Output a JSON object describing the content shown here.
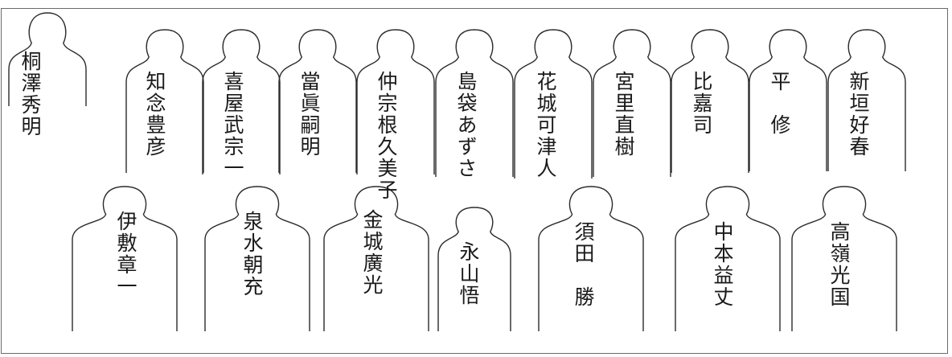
{
  "colors": {
    "outline": "#2b2b2b",
    "text": "#1a1a1a",
    "frame": "#6a6a6a",
    "background": "#ffffff"
  },
  "figures": [
    {
      "id": "kirisawa",
      "name": "桐澤秀明"
    },
    {
      "id": "chinen",
      "name": "知念豊彦"
    },
    {
      "id": "kiyan",
      "name": "喜屋武宗一"
    },
    {
      "id": "toma",
      "name": "當眞嗣明"
    },
    {
      "id": "nakasone",
      "name": "仲宗根久美子"
    },
    {
      "id": "shimabukuro",
      "name": "島袋あずさ"
    },
    {
      "id": "hanashiro",
      "name": "花城可津人"
    },
    {
      "id": "miyazato",
      "name": "宮里直樹"
    },
    {
      "id": "higa",
      "name": "比嘉司"
    },
    {
      "id": "taira",
      "name": "平　修"
    },
    {
      "id": "arakaki",
      "name": "新垣好春"
    },
    {
      "id": "ishiki",
      "name": "伊敷章一"
    },
    {
      "id": "izumi",
      "name": "泉水朝充"
    },
    {
      "id": "kinjo",
      "name": "金城廣光"
    },
    {
      "id": "nagayama",
      "name": "永山悟"
    },
    {
      "id": "suda",
      "name": "須田　勝"
    },
    {
      "id": "nakamoto",
      "name": "中本益丈"
    },
    {
      "id": "takamine",
      "name": "高嶺光国"
    }
  ]
}
